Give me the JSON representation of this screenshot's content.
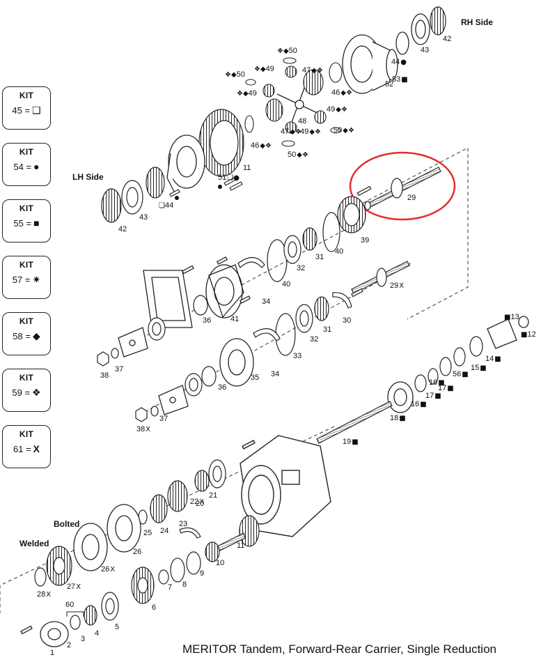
{
  "caption": "MERITOR Tandem, Forward-Rear Carrier, Single Reduction",
  "side_labels": {
    "rh": "RH Side",
    "lh": "LH Side",
    "bolted": "Bolted",
    "welded": "Welded"
  },
  "kits": [
    {
      "title": "KIT",
      "number": "45",
      "eq": "=",
      "symbol": "❑"
    },
    {
      "title": "KIT",
      "number": "54",
      "eq": "=",
      "symbol": "●"
    },
    {
      "title": "KIT",
      "number": "55",
      "eq": "=",
      "symbol": "■"
    },
    {
      "title": "KIT",
      "number": "57",
      "eq": "=",
      "symbol": "✷"
    },
    {
      "title": "KIT",
      "number": "58",
      "eq": "=",
      "symbol": "◆"
    },
    {
      "title": "KIT",
      "number": "59",
      "eq": "=",
      "symbol": "❖"
    },
    {
      "title": "KIT",
      "number": "61",
      "eq": "=",
      "symbol": "X"
    }
  ],
  "callouts": [
    {
      "id": "c1",
      "text": "50",
      "symbols": "❖◆"
    },
    {
      "id": "c2",
      "text": "50",
      "symbols": "❖◆"
    },
    {
      "id": "c3",
      "text": "49",
      "symbols": "❖◆"
    },
    {
      "id": "c4",
      "text": "47",
      "symbols": "◆❖"
    },
    {
      "id": "c5",
      "text": "49",
      "symbols": "❖◆"
    },
    {
      "id": "c6",
      "text": "46",
      "symbols": "◆❖"
    },
    {
      "id": "c7",
      "text": "49",
      "symbols": "◆❖"
    },
    {
      "id": "c8",
      "text": "48",
      "symbols": ""
    },
    {
      "id": "c9",
      "text": "47",
      "symbols": "◆❖"
    },
    {
      "id": "c10",
      "text": "49",
      "symbols": "◆❖"
    },
    {
      "id": "c11",
      "text": "50",
      "symbols": "◆❖"
    },
    {
      "id": "c12",
      "text": "46",
      "symbols": "◆❖"
    },
    {
      "id": "c13",
      "text": "50",
      "symbols": "◆❖"
    },
    {
      "id": "c14",
      "text": "42",
      "symbols": ""
    },
    {
      "id": "c15",
      "text": "43",
      "symbols": ""
    },
    {
      "id": "c16",
      "text": "44",
      "symbols": "●"
    },
    {
      "id": "c17",
      "text": "53",
      "symbols": "■"
    },
    {
      "id": "c18",
      "text": "52",
      "symbols": ""
    },
    {
      "id": "c19",
      "text": "11",
      "symbols": ""
    },
    {
      "id": "c20",
      "text": "51",
      "symbols": "❑●"
    },
    {
      "id": "c21",
      "text": "44",
      "symbols": "❑"
    },
    {
      "id": "c22",
      "text": "43",
      "symbols": ""
    },
    {
      "id": "c23",
      "text": "42",
      "symbols": ""
    },
    {
      "id": "c24",
      "text": "29",
      "symbols": ""
    },
    {
      "id": "c25",
      "text": "39",
      "symbols": ""
    },
    {
      "id": "c26",
      "text": "40",
      "symbols": ""
    },
    {
      "id": "c27",
      "text": "31",
      "symbols": ""
    },
    {
      "id": "c28",
      "text": "32",
      "symbols": ""
    },
    {
      "id": "c29",
      "text": "40",
      "symbols": ""
    },
    {
      "id": "c30",
      "text": "34",
      "symbols": ""
    },
    {
      "id": "c31",
      "text": "29",
      "symbols": "X"
    },
    {
      "id": "c32",
      "text": "36",
      "symbols": ""
    },
    {
      "id": "c33",
      "text": "41",
      "symbols": ""
    },
    {
      "id": "c34",
      "text": "30",
      "symbols": ""
    },
    {
      "id": "c35",
      "text": "31",
      "symbols": ""
    },
    {
      "id": "c36",
      "text": "32",
      "symbols": ""
    },
    {
      "id": "c37",
      "text": "33",
      "symbols": ""
    },
    {
      "id": "c38",
      "text": "34",
      "symbols": ""
    },
    {
      "id": "c39",
      "text": "35",
      "symbols": ""
    },
    {
      "id": "c40",
      "text": "36",
      "symbols": ""
    },
    {
      "id": "c41",
      "text": "37",
      "symbols": ""
    },
    {
      "id": "c42",
      "text": "38",
      "symbols": ""
    },
    {
      "id": "c43",
      "text": "37",
      "symbols": ""
    },
    {
      "id": "c44",
      "text": "38",
      "symbols": "X"
    },
    {
      "id": "c45",
      "text": "13",
      "symbols": "■"
    },
    {
      "id": "c46",
      "text": "12",
      "symbols": "■"
    },
    {
      "id": "c47",
      "text": "14",
      "symbols": "■"
    },
    {
      "id": "c48",
      "text": "15",
      "symbols": "■"
    },
    {
      "id": "c49",
      "text": "56",
      "symbols": "■"
    },
    {
      "id": "c50",
      "text": "16",
      "symbols": "■"
    },
    {
      "id": "c51",
      "text": "17",
      "symbols": "■"
    },
    {
      "id": "c52",
      "text": "16",
      "symbols": "■"
    },
    {
      "id": "c53",
      "text": "17",
      "symbols": "■"
    },
    {
      "id": "c54",
      "text": "18",
      "symbols": "■"
    },
    {
      "id": "c55",
      "text": "19",
      "symbols": "■"
    },
    {
      "id": "c56",
      "text": "21",
      "symbols": ""
    },
    {
      "id": "c57",
      "text": "20",
      "symbols": ""
    },
    {
      "id": "c58",
      "text": "22",
      "symbols": "X"
    },
    {
      "id": "c59",
      "text": "23",
      "symbols": ""
    },
    {
      "id": "c60",
      "text": "24",
      "symbols": ""
    },
    {
      "id": "c61",
      "text": "25",
      "symbols": ""
    },
    {
      "id": "c62",
      "text": "26",
      "symbols": ""
    },
    {
      "id": "c63",
      "text": "26",
      "symbols": "X"
    },
    {
      "id": "c64",
      "text": "27",
      "symbols": "X"
    },
    {
      "id": "c65",
      "text": "28",
      "symbols": "X"
    },
    {
      "id": "c66",
      "text": "11",
      "symbols": ""
    },
    {
      "id": "c67",
      "text": "10",
      "symbols": ""
    },
    {
      "id": "c68",
      "text": "9",
      "symbols": ""
    },
    {
      "id": "c69",
      "text": "8",
      "symbols": ""
    },
    {
      "id": "c70",
      "text": "7",
      "symbols": ""
    },
    {
      "id": "c71",
      "text": "6",
      "symbols": ""
    },
    {
      "id": "c72",
      "text": "5",
      "symbols": ""
    },
    {
      "id": "c73",
      "text": "4",
      "symbols": ""
    },
    {
      "id": "c74",
      "text": "3",
      "symbols": ""
    },
    {
      "id": "c75",
      "text": "2",
      "symbols": ""
    },
    {
      "id": "c76",
      "text": "1",
      "symbols": ""
    },
    {
      "id": "c77",
      "text": "60",
      "symbols": ""
    }
  ],
  "highlight_color": "#e0302c"
}
